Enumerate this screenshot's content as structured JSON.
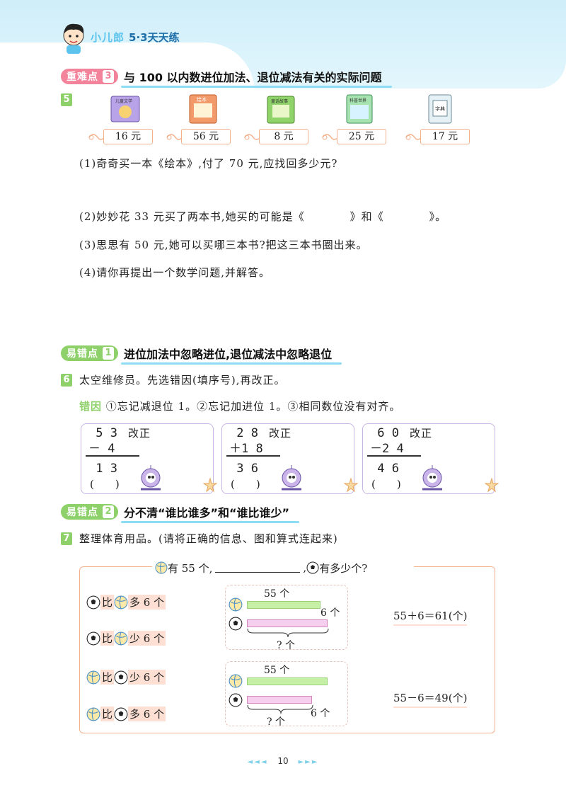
{
  "header": {
    "brand_cn": "小儿郎",
    "brand_rest": "5·3天天练"
  },
  "section1": {
    "tag": "重难点",
    "num": "3",
    "title": "与 100 以内数进位加法、退位减法有关的实际问题"
  },
  "q5": {
    "num": "5",
    "prices": [
      "16 元",
      "56 元",
      "8 元",
      "25 元",
      "17 元"
    ],
    "sub1": "(1)奇奇买一本《绘本》,付了 70 元,应找回多少元?",
    "sub2": "(2)妙妙花 33 元买了两本书,她买的可能是《　　　　》和《　　　　》。",
    "sub3": "(3)思思有 50 元,她可以买哪三本书?把这三本书圈出来。",
    "sub4": "(4)请你再提出一个数学问题,并解答。",
    "book_titles": [
      "儿童文学",
      "绘本",
      "童话故事",
      "科普世界",
      "字典"
    ]
  },
  "section2": {
    "tag": "易错点",
    "num": "1",
    "title": "进位加法中忽略进位,退位减法中忽略退位"
  },
  "q6": {
    "num": "6",
    "text": "太空维修员。先选错因(填序号),再改正。",
    "cause_label": "错因",
    "causes": "①忘记减退位 1。②忘记加进位 1。③相同数位没有对齐。",
    "fix_label": "改正",
    "paren": "(　　)",
    "cards": [
      {
        "a": " 5 3",
        "op": "－ 4",
        "r": " 1 3"
      },
      {
        "a": " 2 8",
        "op": "＋1 8",
        "r": " 3 6"
      },
      {
        "a": " 6 0",
        "op": "－2 4",
        "r": " 4 6"
      }
    ]
  },
  "section3": {
    "tag": "易错点",
    "num": "2",
    "title": "分不清“谁比谁多”和“谁比谁少”"
  },
  "q7": {
    "num": "7",
    "text": "整理体育用品。(请将正确的信息、图和算式连起来)",
    "head_pre": "有 55 个,",
    "head_post": ",",
    "head_end": "有多少个?",
    "statements": [
      {
        "a": "soccer",
        "b": "volley",
        "text": "多 6 个",
        "mid": "比"
      },
      {
        "a": "soccer",
        "b": "volley",
        "text": "少 6 个",
        "mid": "比"
      },
      {
        "a": "volley",
        "b": "soccer",
        "text": "少 6 个",
        "mid": "比"
      },
      {
        "a": "volley",
        "b": "soccer",
        "text": "多 6 个",
        "mid": "比"
      }
    ],
    "diagram1": {
      "top": "55 个",
      "right": "6 个",
      "bottom": "? 个"
    },
    "diagram2": {
      "top": "55 个",
      "right": "6 个",
      "bottom": "? 个"
    },
    "formula1": "55＋6＝61(个)",
    "formula2": "55－6＝49(个)"
  },
  "footer": {
    "page": "10",
    "left": "◄◄◄",
    "right": "►►►"
  }
}
